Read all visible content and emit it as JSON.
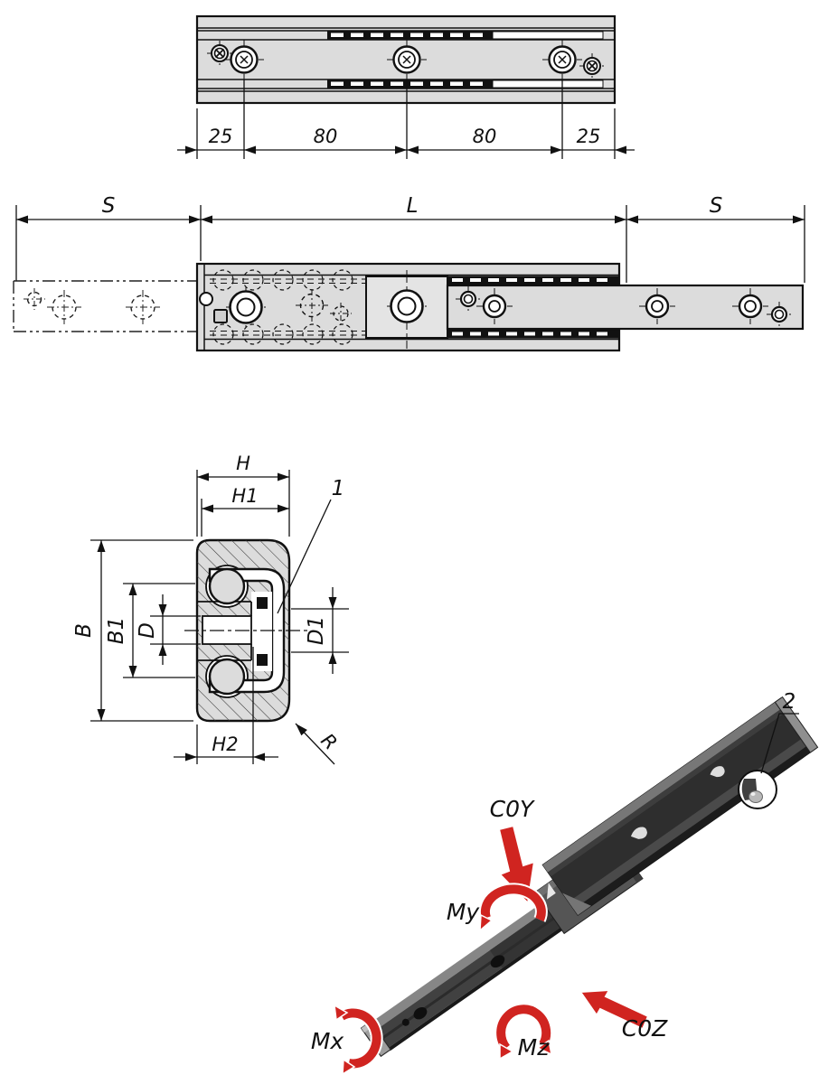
{
  "document": {
    "background": "#ffffff",
    "kind": "technical-drawing-telescopic-slide"
  },
  "colors": {
    "part_fill": "#dcdcdc",
    "raised_fill": "#e4e4e4",
    "line": "#111111",
    "accent_red": "#d02420",
    "rail_dark": "#2b2b2b",
    "rail_mid": "#4c4c4c",
    "rail_light": "#8f8f8f"
  },
  "top_view": {
    "dims": [
      "25",
      "80",
      "80",
      "25"
    ]
  },
  "extended_view": {
    "dims": [
      "S",
      "L",
      "S"
    ]
  },
  "cross_section": {
    "dim_h": "H",
    "dim_h1": "H1",
    "dim_b": "B",
    "dim_b1": "B1",
    "dim_d": "D",
    "dim_d1": "D1",
    "dim_h2": "H2",
    "dim_r": "R",
    "callout": "1"
  },
  "iso_view": {
    "callout": "2",
    "load_c0y": "C0Y",
    "load_my": "My",
    "load_mx": "Mx",
    "load_mz": "Mz",
    "load_c0z": "C0Z"
  }
}
